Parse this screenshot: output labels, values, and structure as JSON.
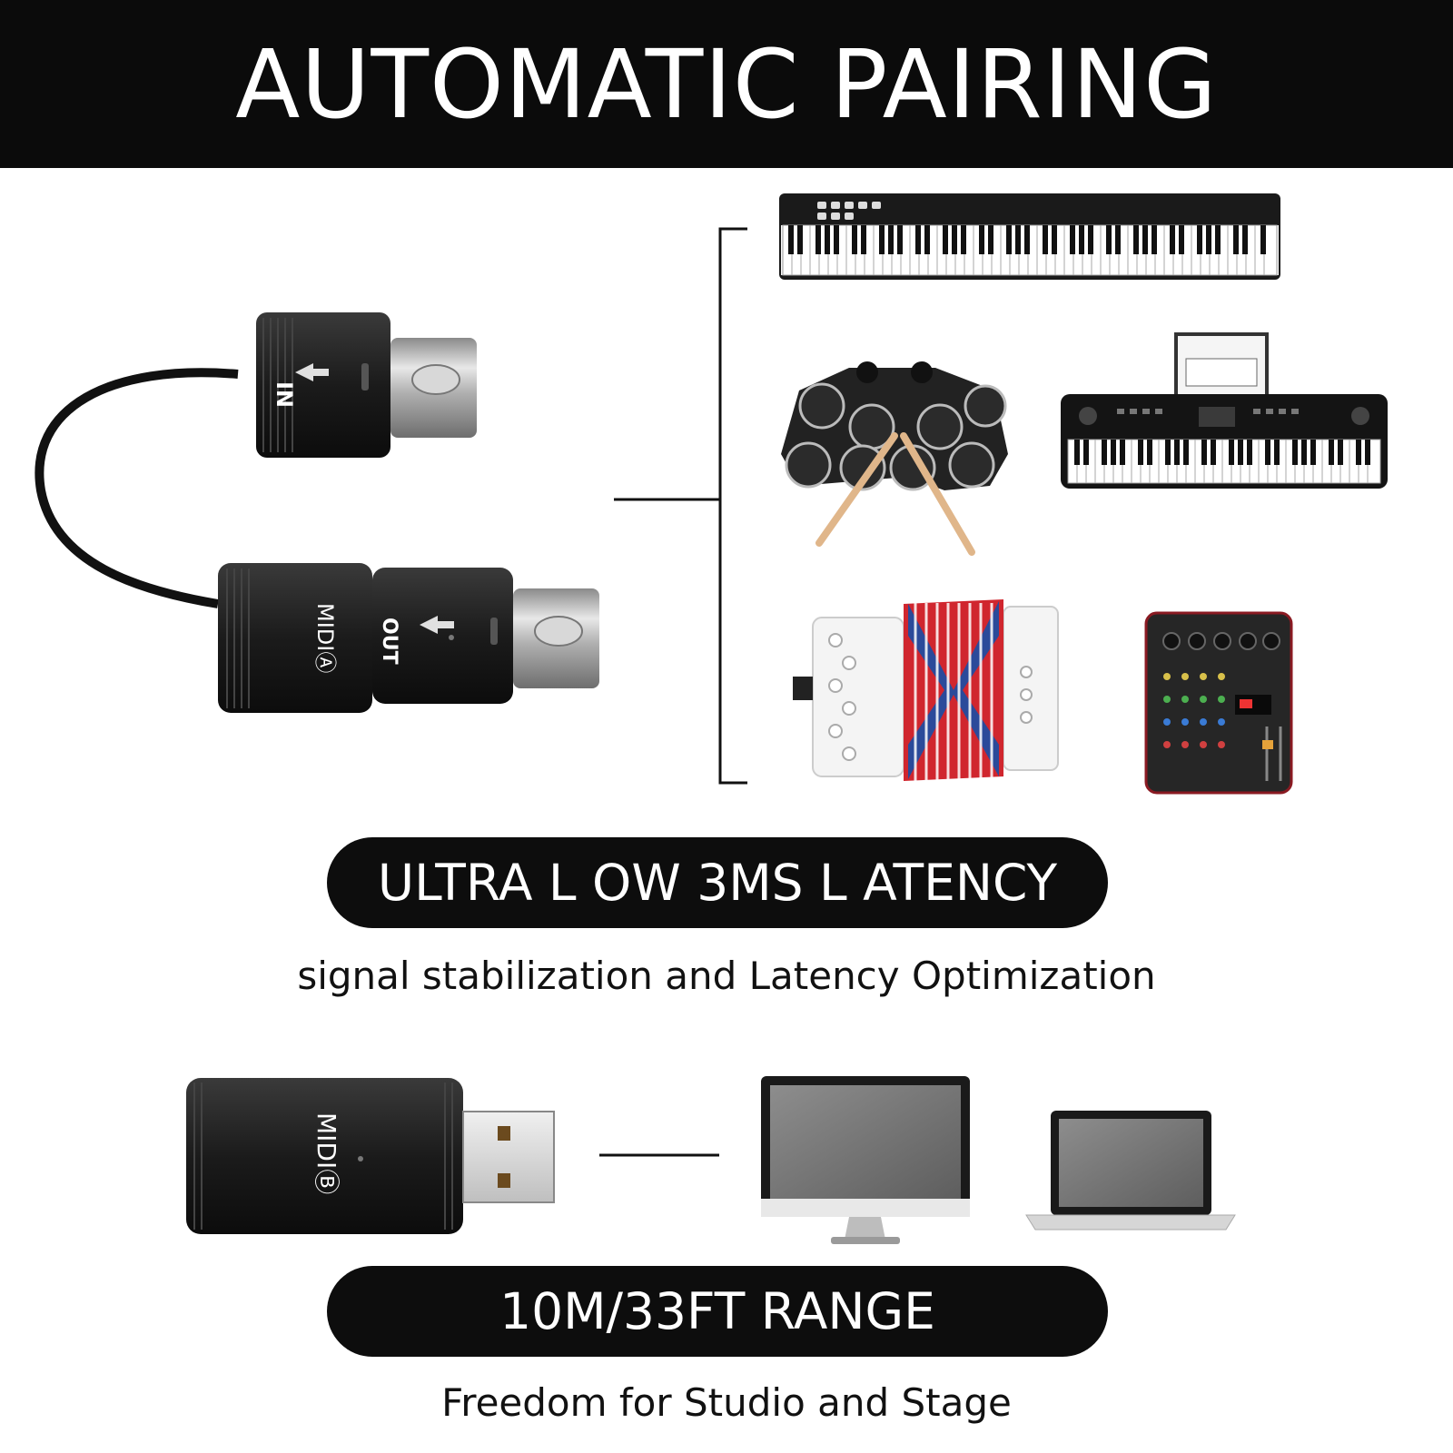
{
  "header": {
    "title": "AUTOMATIC PAIRING"
  },
  "transmitter": {
    "in_label": "IN",
    "out_label": "OUT",
    "brand": "MIDIⒶ"
  },
  "receiver": {
    "brand": "MIDIⒷ"
  },
  "features": [
    {
      "pill": "ULTRA L OW 3MS L ATENCY",
      "caption": "signal stabilization and Latency Optimization"
    },
    {
      "pill": "10M/33FT RANGE",
      "caption": "Freedom for Studio and Stage"
    }
  ],
  "colors": {
    "header_bg": "#0b0b0b",
    "pill_bg": "#0d0d0d",
    "mixer_accent": "#8a1a22",
    "accordion_red": "#d0262e",
    "accordion_blue": "#2b4a9a"
  },
  "icons": [
    "midi-adapter-icon",
    "usb-dongle-icon",
    "digital-piano-icon",
    "drum-pad-icon",
    "keyboard-icon",
    "accordion-icon",
    "mixer-icon",
    "desktop-monitor-icon",
    "laptop-icon"
  ]
}
